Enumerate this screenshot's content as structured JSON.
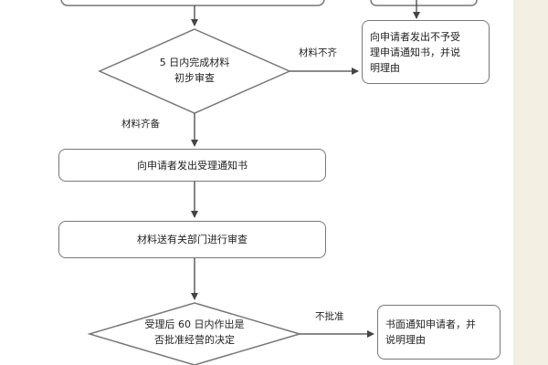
{
  "diagram": {
    "decision1": {
      "line1": "5 日内完成材料",
      "line2": "初步审查"
    },
    "reject_box_1": {
      "line1": "向申请者发出不予受",
      "line2": "理申请通知书，并说",
      "line3": "明理由"
    },
    "label_incomplete": "材料不齐",
    "label_complete": "材料齐备",
    "accept_box": "向申请者发出受理通知书",
    "review_box": "材料送有关部门进行审查",
    "decision2": {
      "line1": "受理后 60 日内作出是",
      "line2": "否批准经营的决定"
    },
    "label_not_approved": "不批准",
    "reject_box_2": {
      "line1": "书面通知申请者，并",
      "line2": "说明理由"
    }
  }
}
